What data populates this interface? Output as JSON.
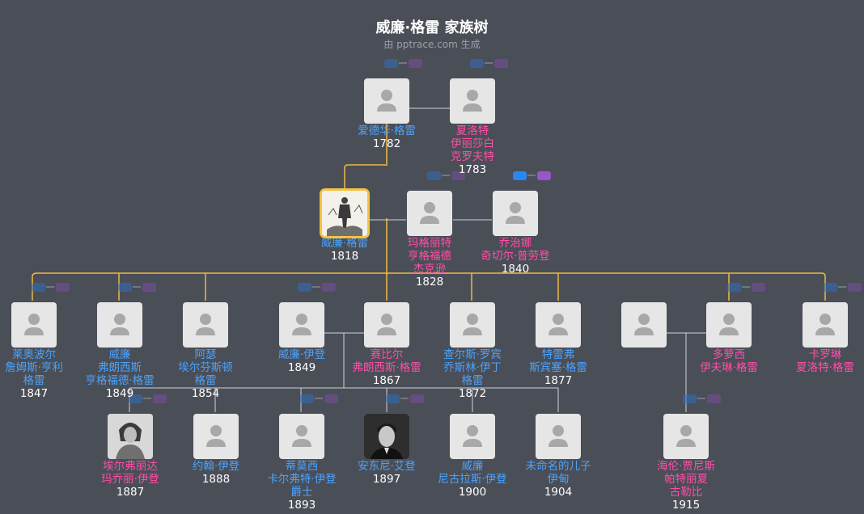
{
  "header": {
    "title": "威廉·格雷 家族树",
    "subtitle": "由 pptrace.com 生成"
  },
  "colors": {
    "background": "#4a4e57",
    "male": "#4aa3ff",
    "female": "#ff4fa8",
    "line": "#f0b840",
    "line_secondary": "#cfd3da",
    "selected_border": "#f5c242"
  },
  "icons": {
    "avatar": "person-silhouette-icon",
    "father_badge": "blue-badge",
    "mother_badge": "purple-badge"
  },
  "people": [
    {
      "id": "p1",
      "lines": [
        "爱德华·格雷"
      ],
      "year": "1782",
      "gender": "male"
    },
    {
      "id": "p2",
      "lines": [
        "夏洛特",
        "伊丽莎白",
        "克罗夫特"
      ],
      "year": "1783",
      "gender": "female"
    },
    {
      "id": "p3",
      "lines": [
        "威廉·格雷"
      ],
      "year": "1818",
      "gender": "male",
      "photo": "engraving",
      "selected": true
    },
    {
      "id": "p4",
      "lines": [
        "玛格丽特",
        "亨格福德",
        "杰克逊"
      ],
      "year": "1828",
      "gender": "female"
    },
    {
      "id": "p5",
      "lines": [
        "乔治娜",
        "奇切尔·普劳登"
      ],
      "year": "1840",
      "gender": "female"
    },
    {
      "id": "p6",
      "lines": [
        "莱奥波尔",
        "詹姆斯·亨利",
        "格雷"
      ],
      "year": "1847",
      "gender": "male"
    },
    {
      "id": "p7",
      "lines": [
        "威廉",
        "弗朗西斯",
        "亨格福德·格雷"
      ],
      "year": "1849",
      "gender": "male"
    },
    {
      "id": "p8",
      "lines": [
        "阿瑟",
        "埃尔芬斯顿",
        "格雷"
      ],
      "year": "1854",
      "gender": "male"
    },
    {
      "id": "p9",
      "lines": [
        "威廉·伊登"
      ],
      "year": "1849",
      "gender": "male"
    },
    {
      "id": "p10",
      "lines": [
        "赛比尔",
        "弗朗西斯·格雷"
      ],
      "year": "1867",
      "gender": "female"
    },
    {
      "id": "p11",
      "lines": [
        "查尔斯·罗宾",
        "乔斯林·伊丁",
        "格雷"
      ],
      "year": "1872",
      "gender": "male"
    },
    {
      "id": "p12",
      "lines": [
        "特雷弗",
        "斯宾塞·格雷"
      ],
      "year": "1877",
      "gender": "male"
    },
    {
      "id": "p13",
      "lines": [],
      "year": "",
      "gender": "male"
    },
    {
      "id": "p14",
      "lines": [
        "多萝西",
        "伊夫琳·格雷"
      ],
      "year": "",
      "gender": "female"
    },
    {
      "id": "p15",
      "lines": [
        "卡罗琳",
        "夏洛特·格雷"
      ],
      "year": "",
      "gender": "female"
    },
    {
      "id": "p16",
      "lines": [
        "埃尔弗丽达",
        "玛乔丽·伊登"
      ],
      "year": "1887",
      "gender": "female",
      "photo": "woman"
    },
    {
      "id": "p17",
      "lines": [
        "约翰·伊登"
      ],
      "year": "1888",
      "gender": "male"
    },
    {
      "id": "p18",
      "lines": [
        "蒂莫西",
        "卡尔弗特·伊登",
        "爵士"
      ],
      "year": "1893",
      "gender": "male"
    },
    {
      "id": "p19",
      "lines": [
        "安东尼·艾登"
      ],
      "year": "1897",
      "gender": "male",
      "photo": "man"
    },
    {
      "id": "p20",
      "lines": [
        "威廉",
        "尼古拉斯·伊登"
      ],
      "year": "1900",
      "gender": "male"
    },
    {
      "id": "p21",
      "lines": [
        "未命名的儿子",
        "伊甸"
      ],
      "year": "1904",
      "gender": "male"
    },
    {
      "id": "p22",
      "lines": [
        "海伦·贾尼斯",
        "帕特丽夏",
        "古勒比"
      ],
      "year": "1915",
      "gender": "female"
    }
  ]
}
